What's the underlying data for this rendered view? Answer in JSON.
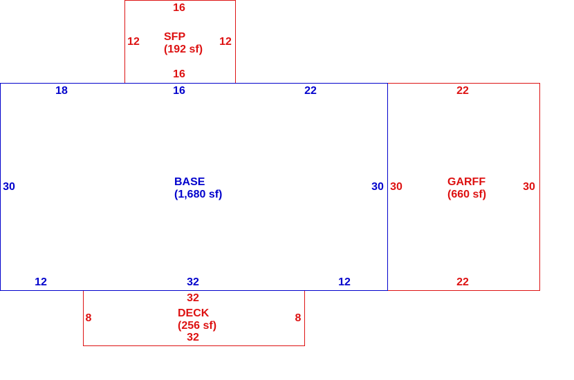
{
  "colors": {
    "base": "#0000cc",
    "addition": "#dd1111"
  },
  "areas": {
    "sfp": {
      "name": "SFP",
      "area": "(192 sf)",
      "top": "16",
      "bottom": "16",
      "left": "12",
      "right": "12"
    },
    "base": {
      "name": "BASE",
      "area": "(1,680 sf)",
      "top_left": "18",
      "top_mid": "16",
      "top_right": "22",
      "left": "30",
      "right": "30",
      "bottom_left": "12",
      "bottom_mid": "32",
      "bottom_right": "12"
    },
    "garff": {
      "name": "GARFF",
      "area": "(660 sf)",
      "top": "22",
      "bottom": "22",
      "left": "30",
      "right": "30"
    },
    "deck": {
      "name": "DECK",
      "area": "(256 sf)",
      "top": "32",
      "bottom": "32",
      "left": "8",
      "right": "8"
    }
  }
}
